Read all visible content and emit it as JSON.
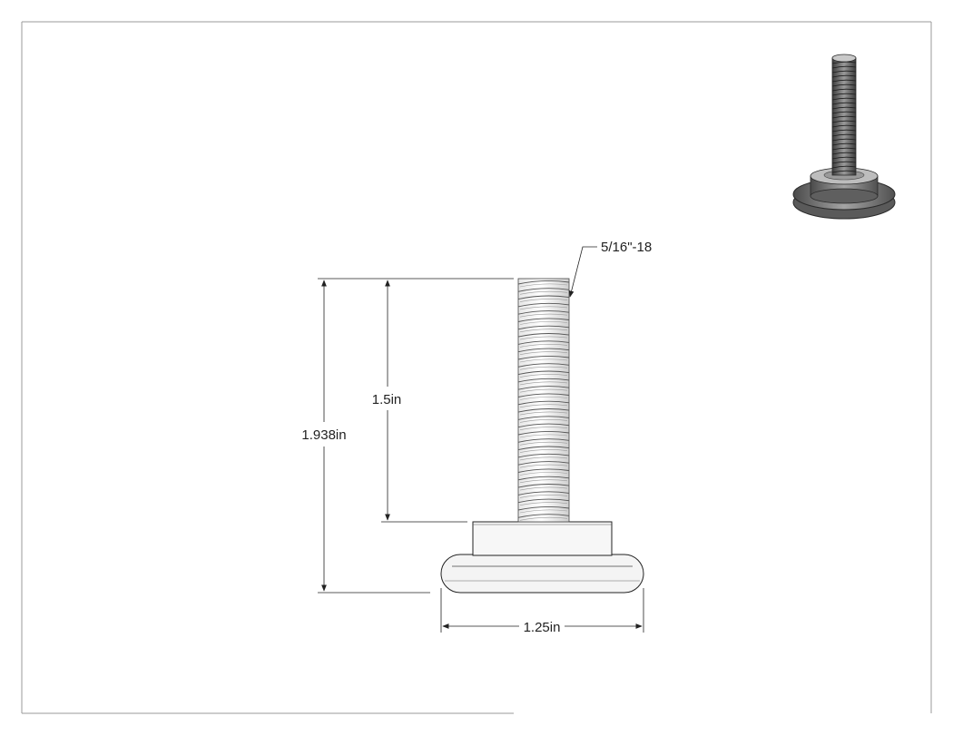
{
  "drawing": {
    "thread_callout": "5/16\"-18",
    "dim_thread_length": "1.5in",
    "dim_overall_height": "1.938in",
    "dim_base_diameter": "1.25in"
  },
  "colors": {
    "border": "#9a9a9a",
    "line": "#222222",
    "part_fill": "#f4f4f4",
    "iso_dark": "#555555",
    "iso_mid": "#8a8a8a",
    "iso_light": "#c8c8c8"
  }
}
